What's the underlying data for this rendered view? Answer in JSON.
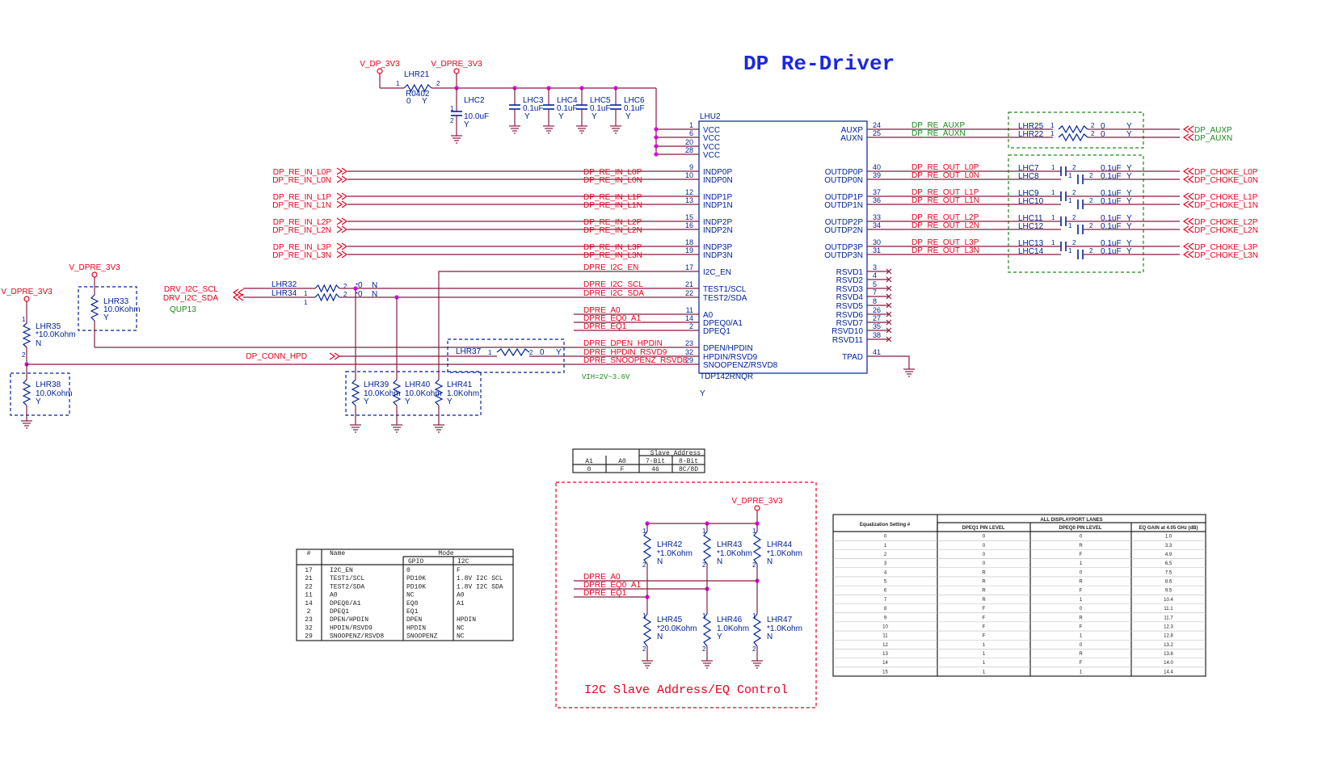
{
  "title": "DP Re-Driver",
  "chip": {
    "ref": "LHU2",
    "part": "TDP142RNQR",
    "pop": "Y",
    "left_pins": [
      {
        "num": "1",
        "name": "VCC"
      },
      {
        "num": "6",
        "name": "VCC"
      },
      {
        "num": "20",
        "name": "VCC"
      },
      {
        "num": "28",
        "name": "VCC"
      },
      {
        "num": "9",
        "name": "INDP0P"
      },
      {
        "num": "10",
        "name": "INDP0N"
      },
      {
        "num": "12",
        "name": "INDP1P"
      },
      {
        "num": "13",
        "name": "INDP1N"
      },
      {
        "num": "15",
        "name": "INDP2P"
      },
      {
        "num": "16",
        "name": "INDP2N"
      },
      {
        "num": "18",
        "name": "INDP3P"
      },
      {
        "num": "19",
        "name": "INDP3N"
      },
      {
        "num": "17",
        "name": "I2C_EN"
      },
      {
        "num": "21",
        "name": "TEST1/SCL"
      },
      {
        "num": "22",
        "name": "TEST2/SDA"
      },
      {
        "num": "11",
        "name": "A0"
      },
      {
        "num": "14",
        "name": "DPEQ0/A1"
      },
      {
        "num": "2",
        "name": "DPEQ1"
      },
      {
        "num": "23",
        "name": "DPEN/HPDIN"
      },
      {
        "num": "32",
        "name": "HPDIN/RSVD9"
      },
      {
        "num": "29",
        "name": "SNOOPENZ/RSVD8"
      }
    ],
    "right_pins": [
      {
        "num": "24",
        "name": "AUXP"
      },
      {
        "num": "25",
        "name": "AUXN"
      },
      {
        "num": "40",
        "name": "OUTDP0P"
      },
      {
        "num": "39",
        "name": "OUTDP0N"
      },
      {
        "num": "37",
        "name": "OUTDP1P"
      },
      {
        "num": "36",
        "name": "OUTDP1N"
      },
      {
        "num": "33",
        "name": "OUTDP2P"
      },
      {
        "num": "34",
        "name": "OUTDP2N"
      },
      {
        "num": "30",
        "name": "OUTDP3P"
      },
      {
        "num": "31",
        "name": "OUTDP3N"
      },
      {
        "num": "3",
        "name": "RSVD1"
      },
      {
        "num": "4",
        "name": "RSVD2"
      },
      {
        "num": "5",
        "name": "RSVD3"
      },
      {
        "num": "7",
        "name": "RSVD4"
      },
      {
        "num": "8",
        "name": "RSVD5"
      },
      {
        "num": "26",
        "name": "RSVD6"
      },
      {
        "num": "27",
        "name": "RSVD7"
      },
      {
        "num": "35",
        "name": "RSVD10"
      },
      {
        "num": "38",
        "name": "RSVD11"
      },
      {
        "num": "41",
        "name": "TPAD"
      }
    ]
  },
  "power": {
    "v_dp_3v3": "V_DP_3V3",
    "v_dpre_3v3": "V_DPRE_3V3"
  },
  "input_ports": [
    "DP_RE_IN_L0P",
    "DP_RE_IN_L0N",
    "DP_RE_IN_L1P",
    "DP_RE_IN_L1N",
    "DP_RE_IN_L2P",
    "DP_RE_IN_L2N",
    "DP_RE_IN_L3P",
    "DP_RE_IN_L3N"
  ],
  "input_nets": [
    "DP_RE_IN_L0P",
    "DP_RE_IN_L0N",
    "DP_RE_IN_L1P",
    "DP_RE_IN_L1N",
    "DP_RE_IN_L2P",
    "DP_RE_IN_L2N",
    "DP_RE_IN_L3P",
    "DP_RE_IN_L3N"
  ],
  "control_nets": [
    "DPRE_I2C_EN",
    "DPRE_I2C_SCL",
    "DPRE_I2C_SDA",
    "DPRE_A0",
    "DPRE_EQ0_A1",
    "DPRE_EQ1",
    "DPRE_DPEN_HPDIN",
    "DPRE_HPDIN_RSVD9",
    "DPRE_SNOOPENZ_RSVD8"
  ],
  "aux_nets": [
    "DP_RE_AUXP",
    "DP_RE_AUXN"
  ],
  "aux_ports": [
    "DP_AUXP",
    "DP_AUXN"
  ],
  "out_nets": [
    "DP_RE_OUT_L0P",
    "DP_RE_OUT_L0N",
    "DP_RE_OUT_L1P",
    "DP_RE_OUT_L1N",
    "DP_RE_OUT_L2P",
    "DP_RE_OUT_L2N",
    "DP_RE_OUT_L3P",
    "DP_RE_OUT_L3N"
  ],
  "out_ports": [
    "DP_CHOKE_L0P",
    "DP_CHOKE_L0N",
    "DP_CHOKE_L1P",
    "DP_CHOKE_L1N",
    "DP_CHOKE_L2P",
    "DP_CHOKE_L2N",
    "DP_CHOKE_L3P",
    "DP_CHOKE_L3N"
  ],
  "aux_res": [
    {
      "ref": "LHR25",
      "value": "0",
      "pop": "Y"
    },
    {
      "ref": "LHR22",
      "value": "0",
      "pop": "Y"
    }
  ],
  "out_caps": [
    {
      "ref": "LHC7",
      "value": "0.1uF",
      "pop": "Y"
    },
    {
      "ref": "LHC8",
      "value": "0.1uF",
      "pop": "Y"
    },
    {
      "ref": "LHC9",
      "value": "0.1uF",
      "pop": "Y"
    },
    {
      "ref": "LHC10",
      "value": "0.1uF",
      "pop": "Y"
    },
    {
      "ref": "LHC11",
      "value": "0.1uF",
      "pop": "Y"
    },
    {
      "ref": "LHC12",
      "value": "0.1uF",
      "pop": "Y"
    },
    {
      "ref": "LHC13",
      "value": "0.1uF",
      "pop": "Y"
    },
    {
      "ref": "LHC14",
      "value": "0.1uF",
      "pop": "Y"
    }
  ],
  "pwr_parts": {
    "lhr21": {
      "ref": "LHR21",
      "pkg": "R0402",
      "value": "0",
      "pop": "Y"
    },
    "lhc2": {
      "ref": "LHC2",
      "value": "10.0uF",
      "pop": "Y"
    },
    "caps": [
      {
        "ref": "LHC3",
        "value": "0.1uF",
        "pop": "Y"
      },
      {
        "ref": "LHC4",
        "value": "0.1uF",
        "pop": "Y"
      },
      {
        "ref": "LHC5",
        "value": "0.1uF",
        "pop": "Y"
      },
      {
        "ref": "LHC6",
        "value": "0.1uF",
        "pop": "Y"
      }
    ]
  },
  "i2c_side": {
    "drv_scl": "DRV_I2C_SCL",
    "drv_sda": "DRV_I2C_SDA",
    "qup": "QUP13",
    "lhr32": {
      "ref": "LHR32",
      "value": "0",
      "pop": "N"
    },
    "lhr34": {
      "ref": "LHR34",
      "value": "0",
      "pop": "N"
    },
    "star": "*",
    "lhr33": {
      "ref": "LHR33",
      "value": "10.0Kohm",
      "pop": "Y"
    },
    "lhr35": {
      "ref": "LHR35",
      "value": "*10.0Kohm",
      "pop": "N"
    },
    "lhr38": {
      "ref": "LHR38",
      "value": "10.0Kohm",
      "pop": "Y"
    },
    "lhr39": {
      "ref": "LHR39",
      "value": "10.0Kohm",
      "pop": "Y"
    },
    "lhr40": {
      "ref": "LHR40",
      "value": "10.0Kohm",
      "pop": "Y"
    },
    "lhr41": {
      "ref": "LHR41",
      "value": "1.0Kohm",
      "pop": "Y"
    },
    "lhr37": {
      "ref": "LHR37",
      "value": "0",
      "pop": "Y"
    },
    "hpd": "DP_CONN_HPD",
    "vih": "VIH=2V~3.6V"
  },
  "slave_table": {
    "header": "Slave Address",
    "cols": [
      "A1",
      "A0",
      "7-Bit",
      "8-Bit"
    ],
    "row": [
      "0",
      "F",
      "46",
      "8C/8D"
    ]
  },
  "pin_table": {
    "headers": [
      "#",
      "Name",
      "Mode",
      "GPIO",
      "I2C"
    ],
    "rows": [
      [
        "17",
        "I2C_EN",
        "0",
        "F"
      ],
      [
        "21",
        "TEST1/SCL",
        "PD10K",
        "1.8V I2C SCL"
      ],
      [
        "22",
        "TEST2/SDA",
        "PD10K",
        "1.8V I2C SDA"
      ],
      [
        "11",
        "A0",
        "NC",
        "A0"
      ],
      [
        "14",
        "DPEQ0/A1",
        "EQ0",
        "A1"
      ],
      [
        "2",
        "DPEQ1",
        "EQ1",
        ""
      ],
      [
        "23",
        "DPEN/HPDIN",
        "DPEN",
        "HPDIN"
      ],
      [
        "32",
        "HPDIN/RSVD9",
        "HPDIN",
        "NC"
      ],
      [
        "29",
        "SNOOPENZ/RSVD8",
        "SNOOPENZ",
        "NC"
      ]
    ]
  },
  "eq_box": {
    "title": "I2C Slave Address/EQ Control",
    "supply": "V_DPRE_3V3",
    "nets": [
      "DPRE_A0",
      "DPRE_EQ0_A1",
      "DPRE_EQ1"
    ],
    "top": [
      {
        "ref": "LHR42",
        "value": "*1.0Kohm",
        "pop": "N"
      },
      {
        "ref": "LHR43",
        "value": "*1.0Kohm",
        "pop": "N"
      },
      {
        "ref": "LHR44",
        "value": "*1.0Kohm",
        "pop": "N"
      }
    ],
    "bottom": [
      {
        "ref": "LHR45",
        "value": "*20.0Kohm",
        "pop": "N"
      },
      {
        "ref": "LHR46",
        "value": "1.0Kohm",
        "pop": "Y"
      },
      {
        "ref": "LHR47",
        "value": "*1.0Kohm",
        "pop": "N"
      }
    ]
  },
  "eq_table": {
    "group": "ALL DISPLAYPORT LANES",
    "headers": [
      "Equalization Setting #",
      "DPEQ1 PIN LEVEL",
      "DPEQ0 PIN LEVEL",
      "EQ GAIN at 4.05 GHz (dB)"
    ],
    "rows": [
      [
        "0",
        "0",
        "0",
        "1.0"
      ],
      [
        "1",
        "0",
        "R",
        "3.3"
      ],
      [
        "2",
        "0",
        "F",
        "4.9"
      ],
      [
        "3",
        "0",
        "1",
        "6.5"
      ],
      [
        "4",
        "R",
        "0",
        "7.5"
      ],
      [
        "5",
        "R",
        "R",
        "8.6"
      ],
      [
        "6",
        "R",
        "F",
        "9.5"
      ],
      [
        "7",
        "R",
        "1",
        "10.4"
      ],
      [
        "8",
        "F",
        "0",
        "11.1"
      ],
      [
        "9",
        "F",
        "R",
        "11.7"
      ],
      [
        "10",
        "F",
        "F",
        "12.3"
      ],
      [
        "11",
        "F",
        "1",
        "12.8"
      ],
      [
        "12",
        "1",
        "0",
        "13.2"
      ],
      [
        "13",
        "1",
        "R",
        "13.6"
      ],
      [
        "14",
        "1",
        "F",
        "14.0"
      ],
      [
        "15",
        "1",
        "1",
        "14.4"
      ]
    ]
  },
  "colors": {
    "wire": "#8b1a3c",
    "net": "#e8001c",
    "comp": "#002299",
    "green": "#1a8a1a",
    "title": "#1a28e0",
    "junction": "#e000e0"
  }
}
